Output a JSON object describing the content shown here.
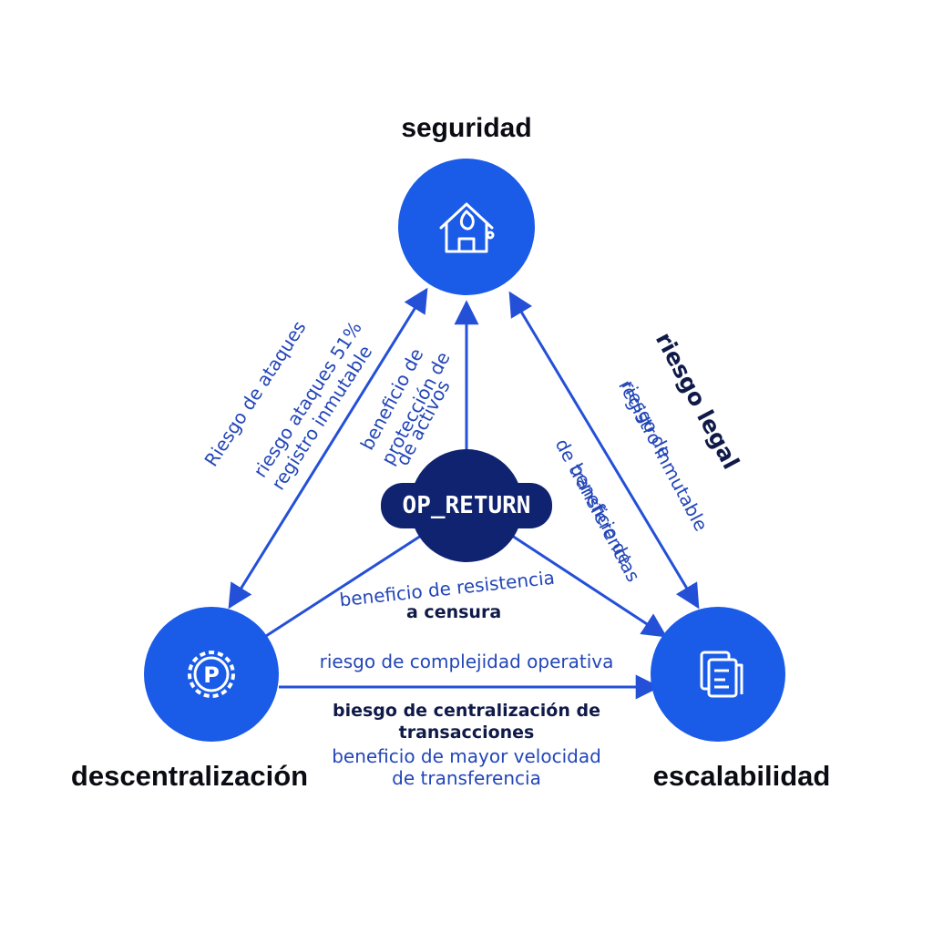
{
  "nodes": {
    "top": {
      "title": "seguridad",
      "icon": "house-shield-icon"
    },
    "left": {
      "title": "descentralización",
      "icon": "gear-p-icon"
    },
    "right": {
      "title": "escalabilidad",
      "icon": "document-pages-icon"
    },
    "center": {
      "title": "OP_RETURN"
    }
  },
  "edges": {
    "left_side": [
      "Riesgo de ataques",
      "riesgo ataques 51%",
      "registro inmutable"
    ],
    "center_up": [
      "beneficio de",
      "protección de",
      "de activos"
    ],
    "right_side_bold": "riesgo legal",
    "right_side": [
      "riesgo de",
      "registro inmutable"
    ],
    "center_right": [
      "beneficio de",
      "de transferencias"
    ],
    "center_left": [
      "beneficio de resistencia",
      "a censura"
    ],
    "bottom_top": "riesgo de complejidad operativa",
    "bottom_bold": [
      "biesgo de centralización de",
      "transacciones"
    ],
    "bottom_blue": [
      "beneficio de mayor velocidad",
      "de transferencia"
    ]
  },
  "colors": {
    "node_blue": "#1a5be8",
    "center_navy": "#0f2370",
    "line_blue": "#2450d8",
    "text_blue": "#2346b8",
    "text_dark": "#101a48"
  }
}
